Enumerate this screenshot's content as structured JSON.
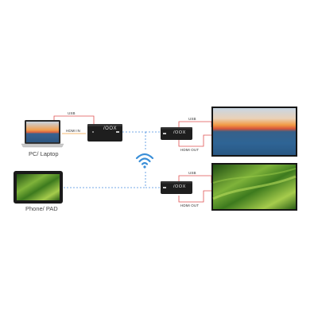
{
  "sources": {
    "pc": {
      "label": "PC/ Laptop"
    },
    "phone": {
      "label": "Phone/ PAD"
    }
  },
  "transmitter": {
    "usb_label": "USB",
    "hdmi_in_label": "HDMI IN",
    "logo": "/OOX"
  },
  "receivers": [
    {
      "usb_label": "USB",
      "hdmi_out_label": "HDMI OUT",
      "logo": "/OOX"
    },
    {
      "usb_label": "USB",
      "hdmi_out_label": "HDMI OUT",
      "logo": "/OOX"
    }
  ],
  "icons": {
    "wireless": "wifi-icon"
  },
  "colors": {
    "usb_cable": "#e05050",
    "hdmi_cable": "#f0a040",
    "wireless_link": "#4a8ee0",
    "device_body": "#1e1e1e",
    "wifi_icon": "#3a8fd8"
  }
}
